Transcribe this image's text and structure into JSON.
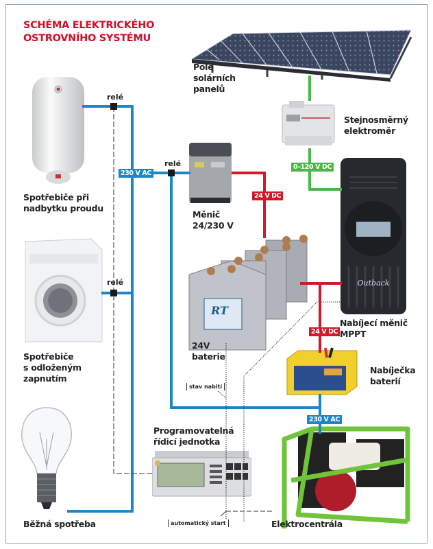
{
  "title": {
    "line1": "SCHÉMA ELEKTRICKÉHO",
    "line2": "OSTROVNÍHO SYSTÉMU"
  },
  "colors": {
    "ac_wire": "#1b86c8",
    "dc_wire": "#d01a2a",
    "pv_wire": "#4cb748",
    "title": "#d0102a",
    "frame": "#8aa3c0"
  },
  "components": {
    "solar": {
      "line1": "Pole",
      "line2": "solárních",
      "line3": "panelů"
    },
    "dc_meter": {
      "line1": "Stejnosměrný",
      "line2": "elektroměr"
    },
    "water_heater": {
      "line1": "Spotřebiče při",
      "line2": "nadbytku proudu"
    },
    "inverter": {
      "line1": "Měnič",
      "line2": "24/230 V"
    },
    "mppt": {
      "line1": "Nabíjecí měnič",
      "line2": "MPPT"
    },
    "washer": {
      "line1": "Spotřebiče",
      "line2": "s odloženým",
      "line3": "zapnutím"
    },
    "batteries": {
      "line1": "24V",
      "line2": "baterie"
    },
    "charger": {
      "line1": "Nabíječka",
      "line2": "baterií"
    },
    "controller": {
      "line1": "Programovatelná",
      "line2": "řídicí jednotka"
    },
    "bulb": {
      "line1": "Běžná spotřeba"
    },
    "generator": {
      "line1": "Elektrocentrála"
    }
  },
  "wire_tags": {
    "ac_main": "230 V AC",
    "dc_inverter": "24 V DC",
    "pv": "0–120 V DC",
    "dc_charger": "24 V DC",
    "ac_generator": "230 V AC"
  },
  "relays": {
    "heater": "relé",
    "inverter": "relé",
    "washer": "relé"
  },
  "notes": {
    "charge_state": "stav nabití",
    "auto_start": "automatický start"
  }
}
